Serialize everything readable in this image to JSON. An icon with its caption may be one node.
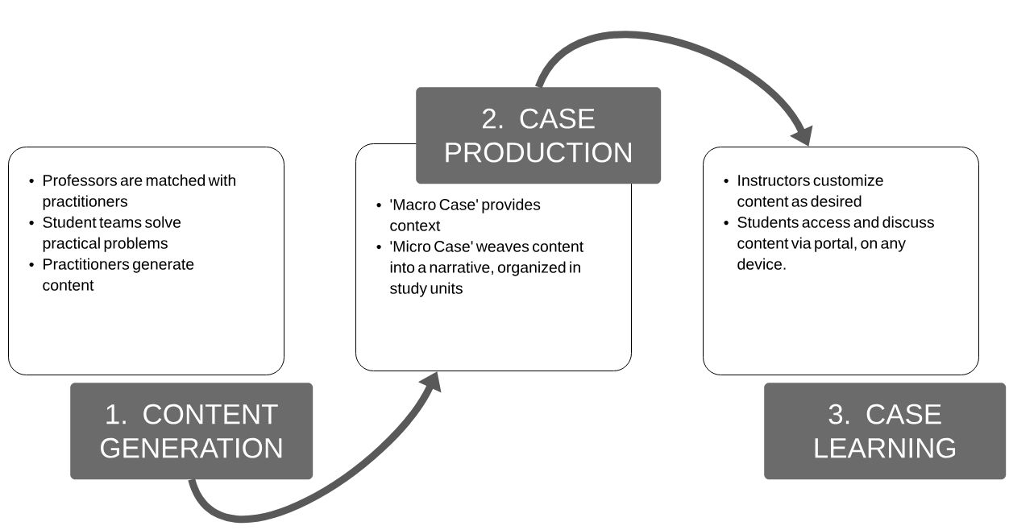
{
  "diagram": {
    "nodes": [
      {
        "text": [
          "Professors are matched with practitioners",
          "Student teams solve practical problems",
          "Practitioners generate content"
        ]
      },
      {
        "text": [
          "1. CONTENT GENERATION"
        ]
      },
      {
        "text": [
          "'Macro Case' provides context",
          "'Micro Case' weaves content into a narrative, organized in study units"
        ]
      },
      {
        "text": [
          "2. CASE PRODUCTION"
        ]
      },
      {
        "text": [
          "Instructors customize content as desired",
          "Students access and discuss content via portal, on any device."
        ]
      },
      {
        "text": [
          "3. CASE LEARNING"
        ]
      }
    ],
    "edges": [
      {
        "from": 1,
        "to": 2,
        "arrow": "to"
      },
      {
        "from": 3,
        "to": 4,
        "arrow": "to"
      }
    ]
  }
}
